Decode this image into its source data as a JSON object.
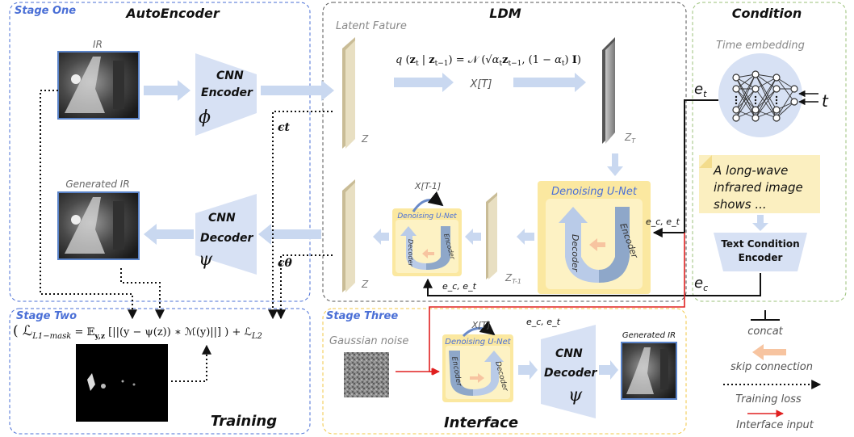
{
  "sections": {
    "stage_one_label": "Stage One",
    "autoencoder_title": "AutoEncoder",
    "ldm_title": "LDM",
    "condition_title": "Condition",
    "stage_two_label": "Stage Two",
    "training_title": "Training",
    "stage_three_label": "Stage Three",
    "interface_title": "Interface"
  },
  "autoencoder": {
    "ir_label": "IR",
    "generated_ir_label": "Generated IR",
    "encoder": {
      "title1": "CNN",
      "title2": "Encoder",
      "symbol": "ϕ"
    },
    "decoder": {
      "title1": "CNN",
      "title2": "Decoder",
      "symbol": "ψ"
    },
    "eps_t": "ϵt",
    "eps_theta": "ϵθ"
  },
  "ldm": {
    "latent_label": "Latent Fature",
    "z_label": "Z",
    "zt_label": "Z_T",
    "zt_base": "Z",
    "zt_sub": "T",
    "zt1_base": "Z",
    "zt1_sub": "T-1",
    "z_bottom_label": "Z",
    "diffusion_formula": "q (z_t | z_{t−1}) = 𝒩 (√α_t z_{t−1}, (1 − α_t) I)",
    "xt_label": "X[T]",
    "xt1_label": "X[T-1]",
    "unet_big_title": "Denoising U-Net",
    "unet_small_title": "Denoising U-Net",
    "decoder_label": "Decoder",
    "encoder_label": "Encoder",
    "ec_et_right": "e_c,  e_t",
    "ec_et_bottom": "e_c,  e_t"
  },
  "condition": {
    "time_embedding": "Time embedding",
    "et_label": "e_t",
    "t_label": "t",
    "text_prompt_lines": [
      "A long-wave",
      "infrared image",
      "shows ..."
    ],
    "text_encoder_line1": "Text Condition",
    "text_encoder_line2": "Encoder",
    "ec_label": "e_c"
  },
  "training": {
    "loss_formula_left": "( ℒ",
    "loss_sub": "L1−mask",
    "loss_formula_mid": " = 𝔼",
    "loss_e_sub": "y,z",
    "loss_formula_right": " [||(y − ψ(z)) ∗ ℳ(y)||]  ) + ℒ",
    "loss_l2_sub": "L2"
  },
  "interface": {
    "gaussian_noise": "Gaussian noise",
    "xt_label": "X[T]",
    "ec_et": "e_c,  e_t",
    "unet_title": "Denoising U-Net",
    "decoder_title1": "CNN",
    "decoder_title2": "Decoder",
    "decoder_symbol": "ψ",
    "generated_ir": "Generated IR",
    "decoder_label": "Decoder",
    "encoder_label": "Encoder"
  },
  "legend": {
    "concat": "concat",
    "skip_connection": "skip connection",
    "training_loss": "Training loss",
    "interface_input": "Interface input"
  },
  "colors": {
    "blue_label": "#4a6fd6",
    "block_fill": "#d7e1f4",
    "arrow_fill": "#c9d8f0",
    "latent_fill": "#e8dfc2",
    "latent_side": "#c9bc96",
    "unet_bg": "#fbe8a0",
    "unet_bg_light": "#fdf2c4",
    "condition_border": "#9bc27a",
    "stage_border": "#4a6fd6",
    "stage_three_border": "#f2c744",
    "red": "#e02020",
    "skip": "#f7c4a0"
  }
}
